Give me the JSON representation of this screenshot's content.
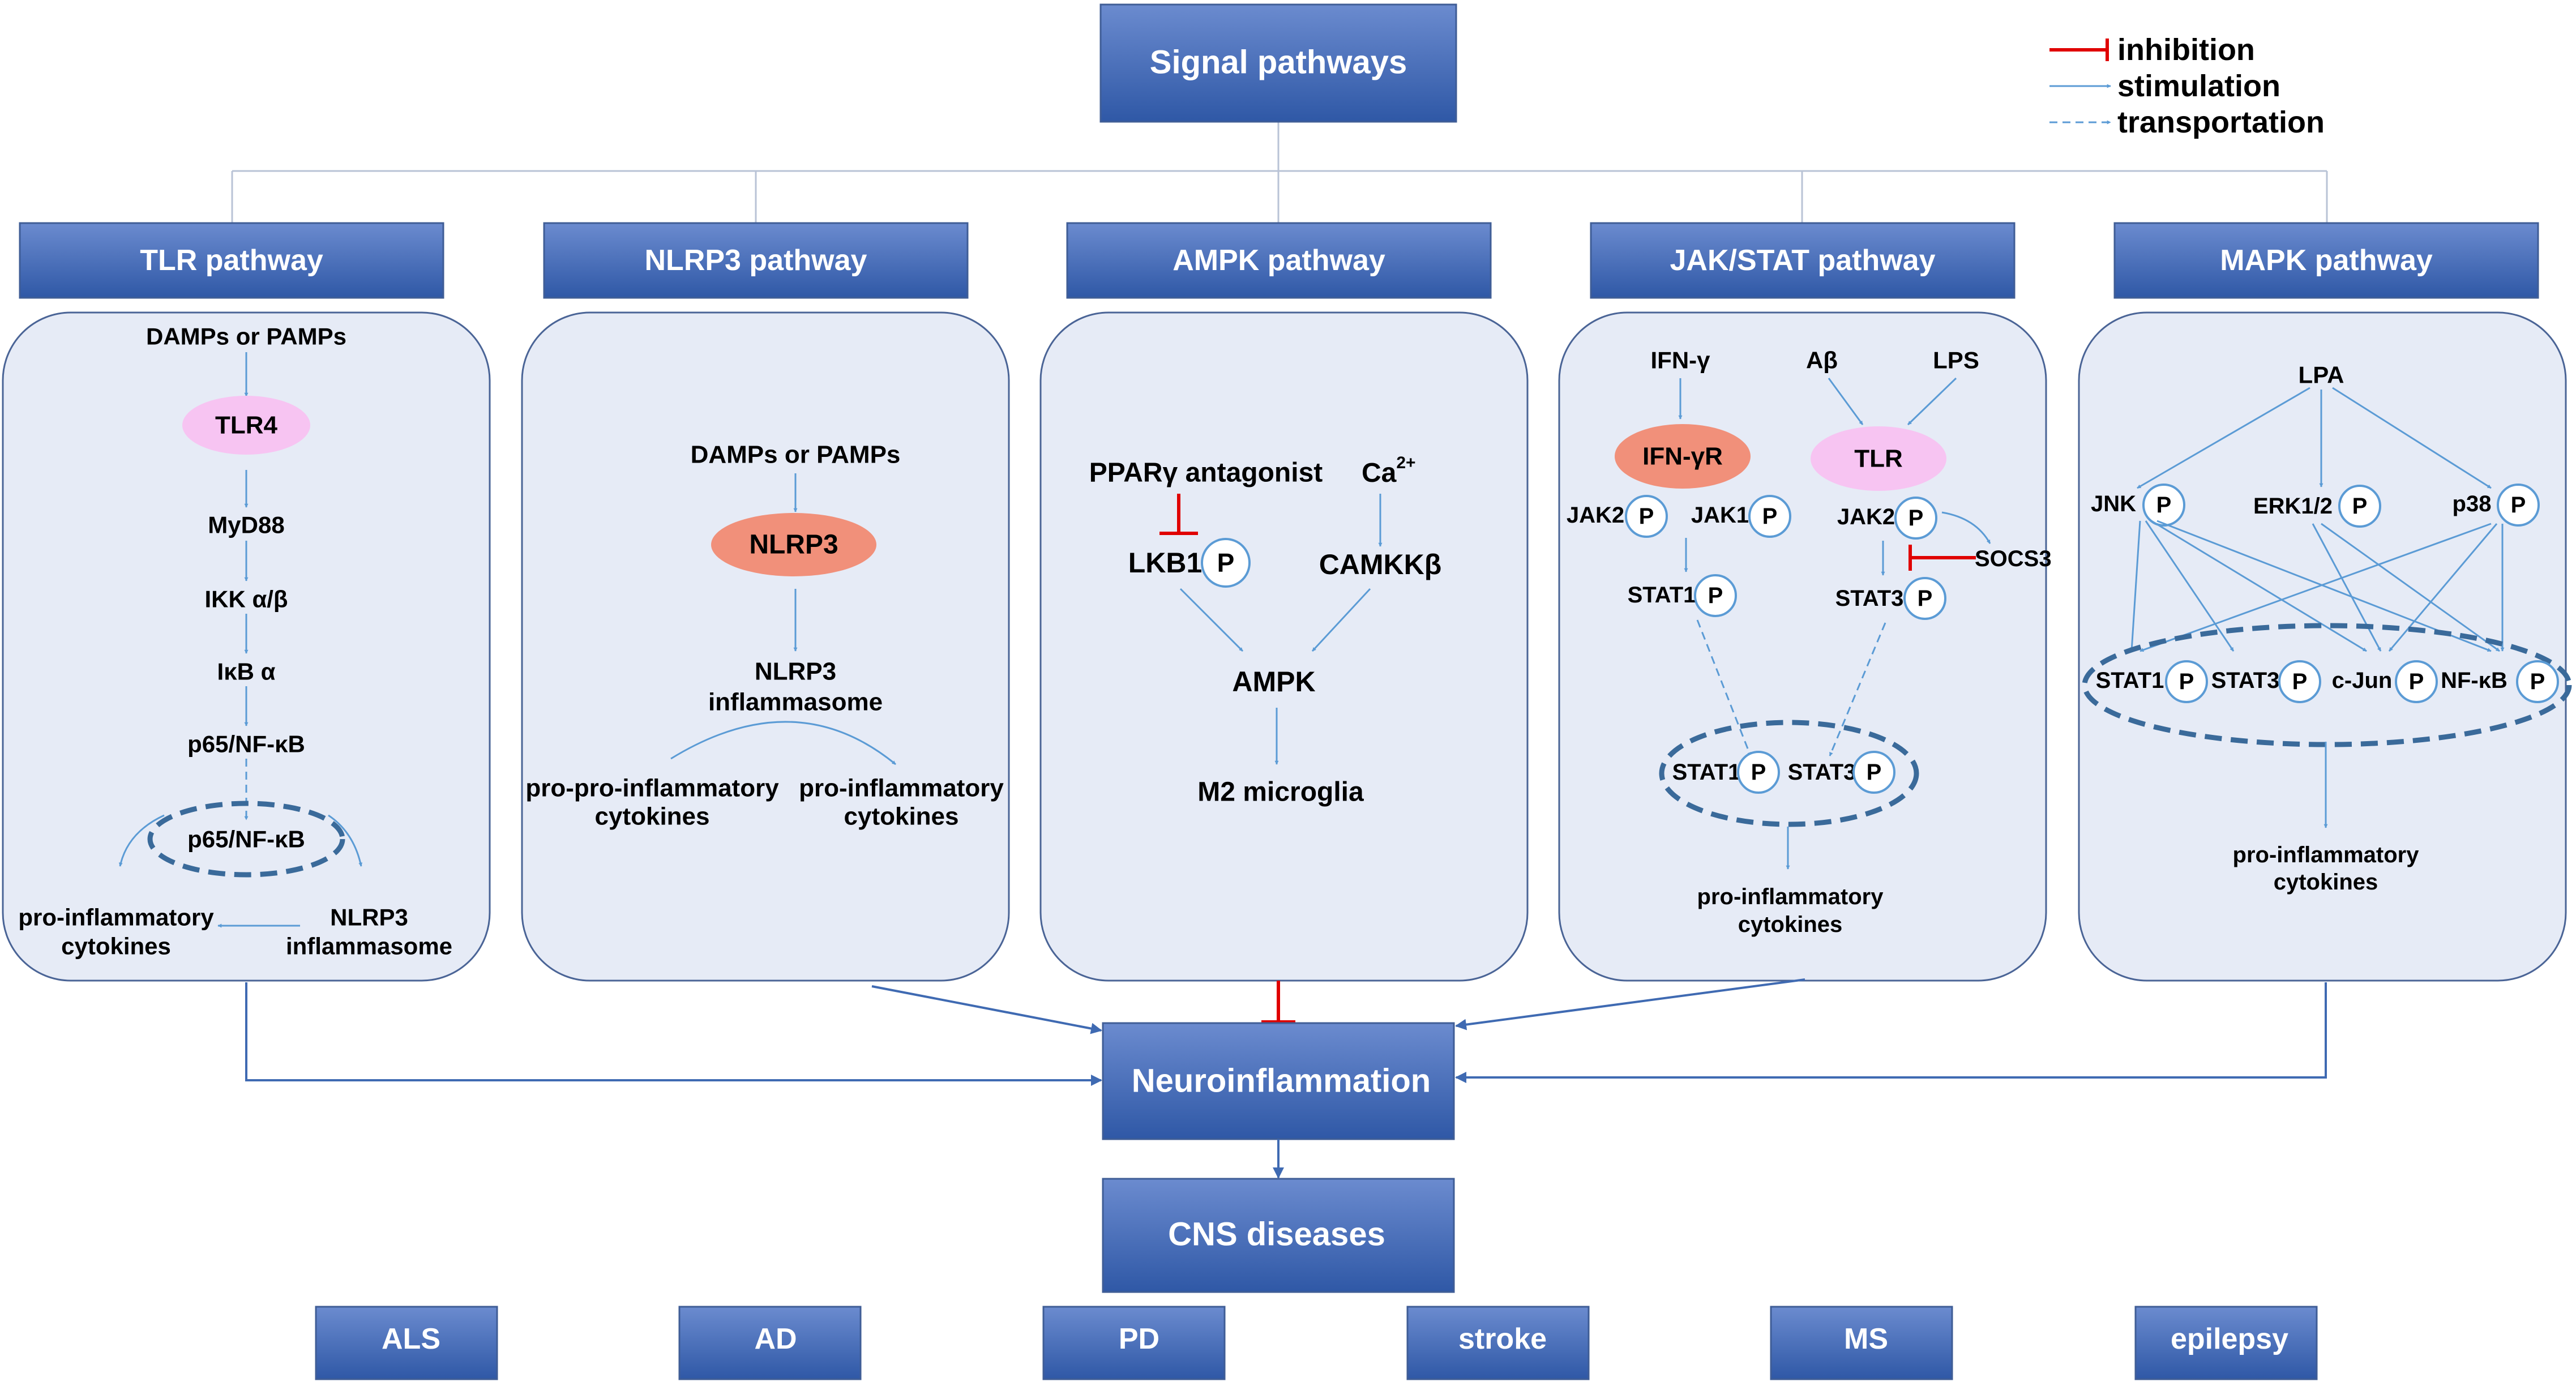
{
  "top": {
    "signal_pathways": "Signal pathways",
    "neuroinflammation": "Neuroinflammation",
    "cns_diseases": "CNS diseases"
  },
  "legend": {
    "inhibition": "inhibition",
    "stimulation": "stimulation",
    "transportation": "transportation",
    "colors": {
      "inhibition": "#e00000",
      "stimulation": "#5b9bd5",
      "transportation": "#5b9bd5"
    }
  },
  "pathways": {
    "tlr": {
      "title": "TLR pathway",
      "damps": "DAMPs or PAMPs",
      "tlr4": "TLR4",
      "myd88": "MyD88",
      "ikk": "IKK α/β",
      "ikb": "IκB α",
      "p65": "p65/NF-κB",
      "p65_nuc": "p65/NF-κB",
      "proinf_1": "pro-inflammatory",
      "proinf_2": "cytokines",
      "nlrp3_1": "NLRP3",
      "nlrp3_2": "inflammasome"
    },
    "nlrp3": {
      "title": "NLRP3 pathway",
      "damps": "DAMPs or PAMPs",
      "nlrp3": "NLRP3",
      "inflam_1": "NLRP3",
      "inflam_2": "inflammasome",
      "prepro_1": "pro-pro-inflammatory",
      "prepro_2": "cytokines",
      "pro_1": "pro-inflammatory",
      "pro_2": "cytokines"
    },
    "ampk": {
      "title": "AMPK pathway",
      "ppar": "PPARγ antagonist",
      "ca": "Ca",
      "ca_sup": "2+",
      "lkb1": "LKB1",
      "camkk": "CAMKKβ",
      "ampk": "AMPK",
      "m2": "M2 microglia"
    },
    "jakstat": {
      "title": "JAK/STAT pathway",
      "ifng": "IFN-γ",
      "abeta": "Aβ",
      "lps": "LPS",
      "ifngr": "IFN-γR",
      "tlr": "TLR",
      "jak2_a": "JAK2",
      "jak1": "JAK1",
      "jak2_b": "JAK2",
      "socs3": "SOCS3",
      "stat1": "STAT1",
      "stat3": "STAT3",
      "stat1_nuc": "STAT1",
      "stat3_nuc": "STAT3",
      "proinf_1": "pro-inflammatory",
      "proinf_2": "cytokines"
    },
    "mapk": {
      "title": "MAPK pathway",
      "lpa": "LPA",
      "jnk": "JNK",
      "erk": "ERK1/2",
      "p38": "p38",
      "stat1": "STAT1",
      "stat3": "STAT3",
      "cjun": "c-Jun",
      "nfkb": "NF-κB",
      "proinf_1": "pro-inflammatory",
      "proinf_2": "cytokines"
    }
  },
  "phospho_label": "P",
  "diseases": [
    "ALS",
    "AD",
    "PD",
    "stroke",
    "MS",
    "epilepsy"
  ],
  "colors": {
    "box_top": "#6b8bcf",
    "box_bottom": "#2f58a6",
    "panel": "#e6ebf6",
    "receptor_pink": "#f7c4f2",
    "receptor_salmon": "#f1907a",
    "phospho_ring": "#5b9bd5"
  }
}
